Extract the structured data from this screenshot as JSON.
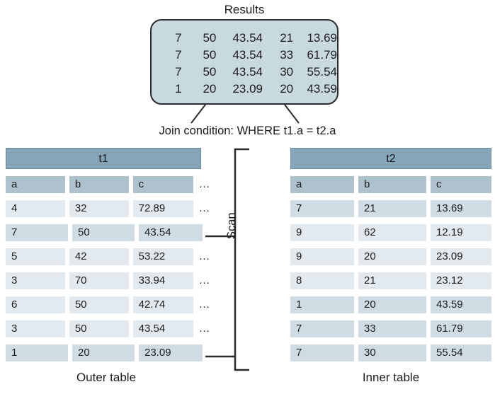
{
  "diagram": {
    "results": {
      "title": "Results",
      "columns": 5,
      "rows": [
        [
          "7",
          "50",
          "43.54",
          "21",
          "13.69"
        ],
        [
          "7",
          "50",
          "43.54",
          "33",
          "61.79"
        ],
        [
          "7",
          "50",
          "43.54",
          "30",
          "55.54"
        ],
        [
          "1",
          "20",
          "23.09",
          "20",
          "43.59"
        ]
      ]
    },
    "join_condition": "Join condition: WHERE t1.a = t2.a",
    "scan_label": "Scan",
    "ellipsis": "...",
    "tables": [
      {
        "id": "t1",
        "title": "t1",
        "caption": "Outer table",
        "has_ellipsis_column": true,
        "headers": [
          "a",
          "b",
          "c"
        ],
        "rows": [
          {
            "cells": [
              "4",
              "32",
              "72.89"
            ],
            "highlighted": false
          },
          {
            "cells": [
              "7",
              "50",
              "43.54"
            ],
            "highlighted": true
          },
          {
            "cells": [
              "5",
              "42",
              "53.22"
            ],
            "highlighted": false
          },
          {
            "cells": [
              "3",
              "70",
              "33.94"
            ],
            "highlighted": false
          },
          {
            "cells": [
              "6",
              "50",
              "42.74"
            ],
            "highlighted": false
          },
          {
            "cells": [
              "3",
              "50",
              "43.54"
            ],
            "highlighted": false
          },
          {
            "cells": [
              "1",
              "20",
              "23.09"
            ],
            "highlighted": true
          }
        ]
      },
      {
        "id": "t2",
        "title": "t2",
        "caption": "Inner table",
        "has_ellipsis_column": false,
        "headers": [
          "a",
          "b",
          "c"
        ],
        "rows": [
          {
            "cells": [
              "7",
              "21",
              "13.69"
            ],
            "highlighted": true
          },
          {
            "cells": [
              "9",
              "62",
              "12.19"
            ],
            "highlighted": false
          },
          {
            "cells": [
              "9",
              "20",
              "23.09"
            ],
            "highlighted": false
          },
          {
            "cells": [
              "8",
              "21",
              "23.12"
            ],
            "highlighted": false
          },
          {
            "cells": [
              "1",
              "20",
              "43.59"
            ],
            "highlighted": true
          },
          {
            "cells": [
              "7",
              "33",
              "61.79"
            ],
            "highlighted": true
          },
          {
            "cells": [
              "7",
              "30",
              "55.54"
            ],
            "highlighted": true
          }
        ]
      }
    ],
    "colors": {
      "title_bar": "#85a5b8",
      "header_cell": "#adc2cd",
      "row_cell": "#e3eaef",
      "row_cell_highlighted": "#cfdce3",
      "results_fill": "#c9d9e0",
      "line": "#2b2b2b"
    }
  }
}
